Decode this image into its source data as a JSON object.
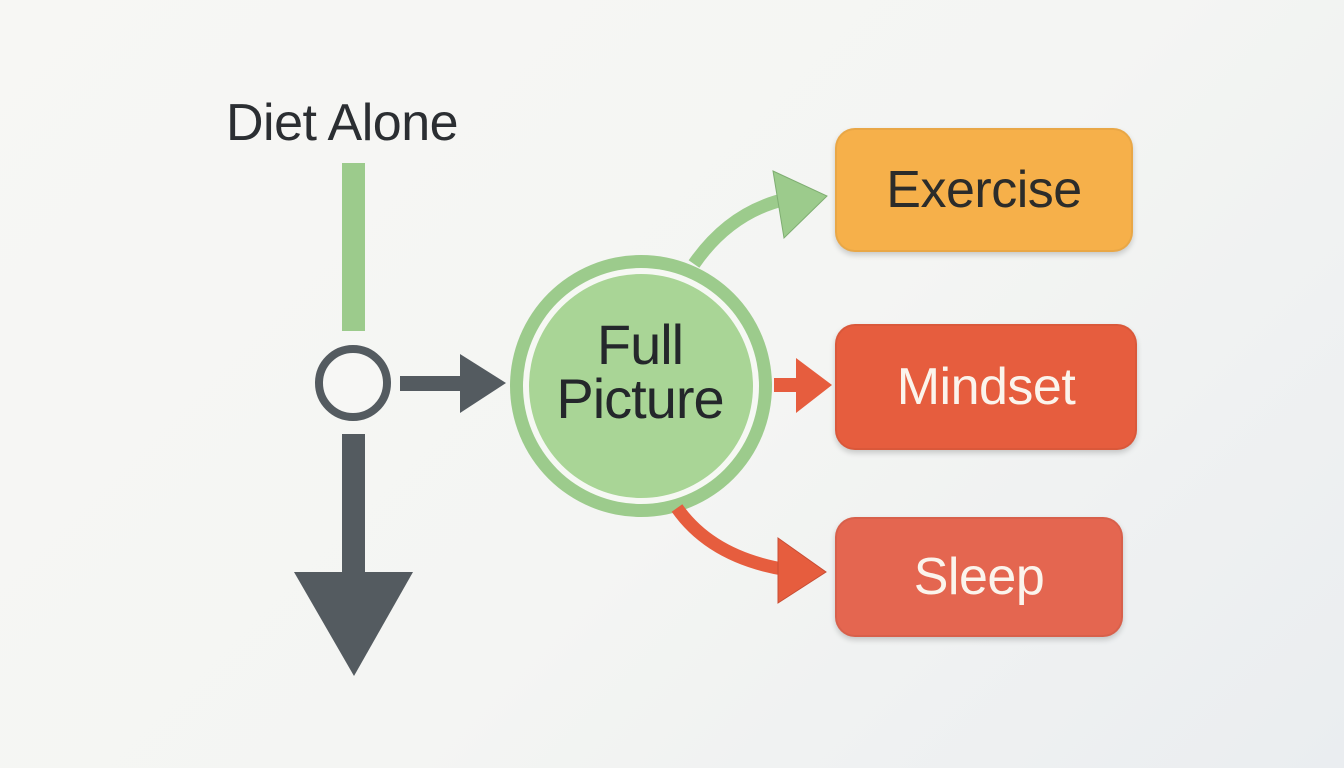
{
  "left_title": "Diet Alone",
  "hub": {
    "line1": "Full",
    "line2": "Picture"
  },
  "outcomes": [
    {
      "label": "Exercise"
    },
    {
      "label": "Mindset"
    },
    {
      "label": "Sleep"
    }
  ],
  "colors": {
    "green": "#9ccb8c",
    "dark": "#545b60",
    "orange": "#f6b04a",
    "red": "#e65d3e",
    "coral": "#e46650"
  }
}
